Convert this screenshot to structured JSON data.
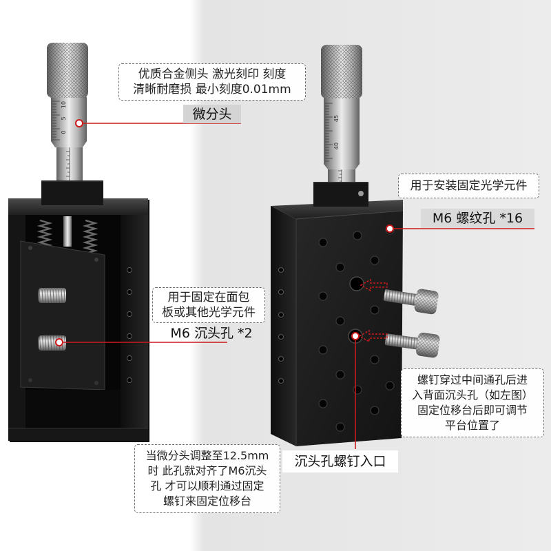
{
  "colors": {
    "accent_red": "#cc1a1a",
    "backdrop_white": "#ffffff",
    "backdrop_gray": "#e6e6e6",
    "anodized_black": "#1c1c1c",
    "steel": "#c9c9c9"
  },
  "annotations": {
    "micrometer_note": {
      "lines": [
        "优质合金侧头 激光刻印 刻度",
        "清晰耐磨损 最小刻度0.01mm"
      ]
    },
    "micrometer_label": "微分头",
    "optics_note": {
      "lines": [
        "用于安装固定光学元件"
      ]
    },
    "threaded_holes_label": "M6 螺纹孔 *16",
    "mounting_note": {
      "lines": [
        "用于固定在面包",
        "板或其他光学元件"
      ]
    },
    "counterbore_label": "M6 沉头孔 *2",
    "screw_note": {
      "lines": [
        "螺钉穿过中间通孔后进",
        "入背面沉头孔（如左图）",
        "固定位移台后即可调节",
        "平台位置了"
      ]
    },
    "screw_entry_label": "沉头孔螺钉入口",
    "alignment_note": {
      "lines": [
        "当微分头调整至12.5mm",
        "时 此孔就对齐了M6沉头",
        "孔 才可以顺利通过固定",
        "螺钉来固定位移台"
      ]
    }
  },
  "products": {
    "left_stage": {
      "thimble_marks": [
        "10",
        "5",
        "0"
      ]
    },
    "right_stage": {
      "thimble_marks": [
        "45",
        "40"
      ]
    }
  }
}
